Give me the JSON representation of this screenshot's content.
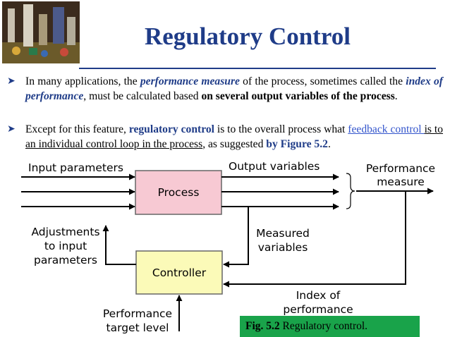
{
  "slide": {
    "title": "Regulatory Control",
    "bullet1": {
      "t1": "In many applications, the ",
      "t2": "performance measure",
      "t3": " of the process, sometimes called the ",
      "t4": "index of performance",
      "t5": ", must be calculated based ",
      "t6": "on several output variables of the process",
      "t7": "."
    },
    "bullet2": {
      "t1": "Except for this feature, ",
      "t2": "regulatory control",
      "t3": " is to the overall process what ",
      "t4": "feedback control ",
      "t5": "is to an individual control loop in the process",
      "t6": ", as suggested ",
      "t7": "by Figure 5.2",
      "t8": "."
    }
  },
  "diagram": {
    "input_parameters": "Input parameters",
    "output_variables": "Output variables",
    "performance_measure_1": "Performance",
    "performance_measure_2": "measure",
    "process": "Process",
    "adjustments_1": "Adjustments",
    "adjustments_2": "to input",
    "adjustments_3": "parameters",
    "measured_1": "Measured",
    "measured_2": "variables",
    "controller": "Controller",
    "index_1": "Index of",
    "index_2": "performance",
    "target_1": "Performance",
    "target_2": "target level"
  },
  "caption": {
    "label": "Fig. 5.2",
    "text": " Regulatory control."
  },
  "colors": {
    "title": "#1f3c88",
    "box_fill": "#f7c9d3",
    "controller_fill": "#fbfab8",
    "caption_bg": "#19a34a"
  }
}
